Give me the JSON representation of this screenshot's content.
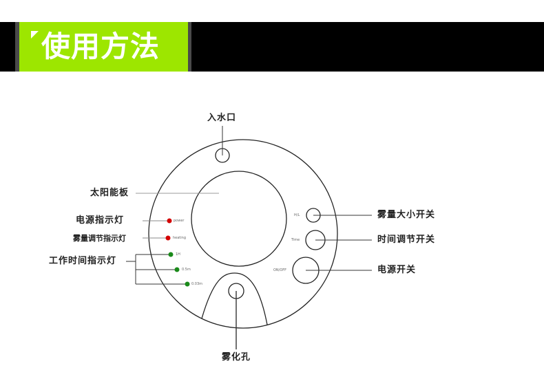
{
  "banner": {
    "title": "使用方法",
    "colors": {
      "bar": "#000000",
      "accent": "#9de600",
      "edge": "#4a4a4a"
    }
  },
  "diagram": {
    "labels": {
      "water_inlet": "入水口",
      "solar_panel": "太阳能板",
      "power_indicator": "电源指示灯",
      "mist_indicator": "雾量调节指示灯",
      "work_time_indicator": "工作时间指示灯",
      "mist_switch": "雾量大小开关",
      "time_switch": "时间调节开关",
      "power_switch": "电源开关",
      "spray_hole": "雾化孔"
    },
    "device_text": {
      "power_led": "power",
      "heating_led": "heating",
      "led_1h": "1H",
      "led_05": "0.5m",
      "led_003": "0.03m",
      "hl_button": "H/L",
      "time_button": "Time",
      "onoff_button": "ON/OFF"
    },
    "colors": {
      "red_led": "#d40000",
      "green_led": "#1a8a1a",
      "line": "#222222"
    }
  }
}
